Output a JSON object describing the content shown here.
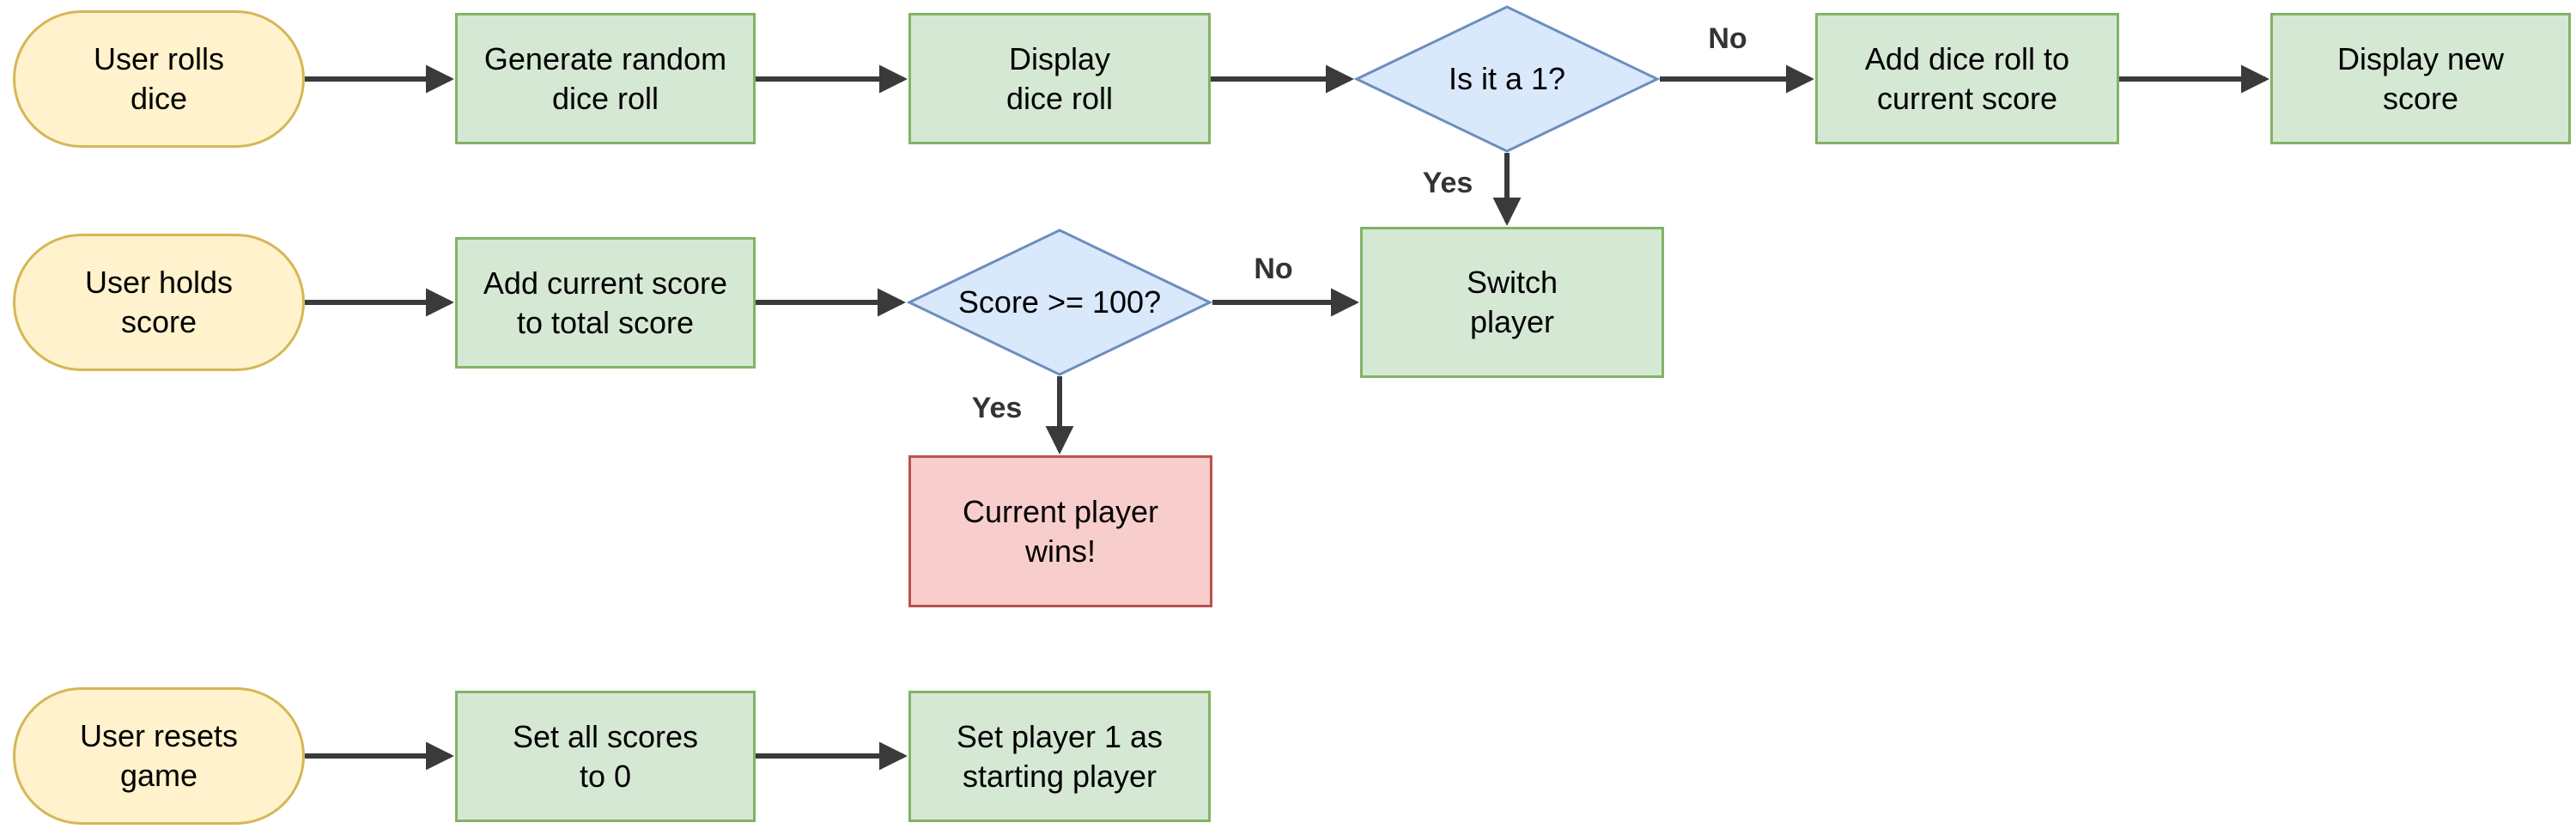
{
  "diagram": {
    "title": "",
    "background_color": "#FFFFFF",
    "colors": {
      "terminal_fill": "#FFF2CC",
      "terminal_stroke": "#D6B656",
      "process_fill": "#D5E8D4",
      "process_stroke": "#82B366",
      "decision_fill": "#DAE8FC",
      "decision_stroke": "#6C8EBF",
      "result_fill": "#F8CECC",
      "result_stroke": "#B85450",
      "edge_color": "#3A3A3A",
      "text_color": "#000000",
      "edge_label_color": "#333333"
    },
    "nodes": [
      {
        "id": "user-rolls-dice",
        "type": "terminal",
        "label": "User rolls\ndice"
      },
      {
        "id": "generate-random-dice-roll",
        "type": "process",
        "label": "Generate random\ndice roll"
      },
      {
        "id": "display-dice-roll",
        "type": "process",
        "label": "Display\ndice roll"
      },
      {
        "id": "is-it-a-1",
        "type": "decision",
        "label": "Is it a 1?"
      },
      {
        "id": "add-dice-roll-to-current-score",
        "type": "process",
        "label": "Add dice roll to\ncurrent score"
      },
      {
        "id": "display-new-score",
        "type": "process",
        "label": "Display new\nscore"
      },
      {
        "id": "user-holds-score",
        "type": "terminal",
        "label": "User holds\nscore"
      },
      {
        "id": "add-current-score-to-total-score",
        "type": "process",
        "label": "Add current score\nto total score"
      },
      {
        "id": "score-gte-100",
        "type": "decision",
        "label": "Score >= 100?"
      },
      {
        "id": "switch-player",
        "type": "process",
        "label": "Switch\nplayer"
      },
      {
        "id": "current-player-wins",
        "type": "result",
        "label": "Current player\nwins!"
      },
      {
        "id": "user-resets-game",
        "type": "terminal",
        "label": "User resets\ngame"
      },
      {
        "id": "set-all-scores-to-0",
        "type": "process",
        "label": "Set all scores\nto 0"
      },
      {
        "id": "set-player-1-as-starting-player",
        "type": "process",
        "label": "Set player 1 as\nstarting player"
      }
    ],
    "edges": [
      {
        "from": "user-rolls-dice",
        "to": "generate-random-dice-roll",
        "label": ""
      },
      {
        "from": "generate-random-dice-roll",
        "to": "display-dice-roll",
        "label": ""
      },
      {
        "from": "display-dice-roll",
        "to": "is-it-a-1",
        "label": ""
      },
      {
        "from": "is-it-a-1",
        "to": "add-dice-roll-to-current-score",
        "label": "No"
      },
      {
        "from": "is-it-a-1",
        "to": "switch-player",
        "label": "Yes"
      },
      {
        "from": "add-dice-roll-to-current-score",
        "to": "display-new-score",
        "label": ""
      },
      {
        "from": "user-holds-score",
        "to": "add-current-score-to-total-score",
        "label": ""
      },
      {
        "from": "add-current-score-to-total-score",
        "to": "score-gte-100",
        "label": ""
      },
      {
        "from": "score-gte-100",
        "to": "switch-player",
        "label": "No"
      },
      {
        "from": "score-gte-100",
        "to": "current-player-wins",
        "label": "Yes"
      },
      {
        "from": "user-resets-game",
        "to": "set-all-scores-to-0",
        "label": ""
      },
      {
        "from": "set-all-scores-to-0",
        "to": "set-player-1-as-starting-player",
        "label": ""
      }
    ]
  }
}
